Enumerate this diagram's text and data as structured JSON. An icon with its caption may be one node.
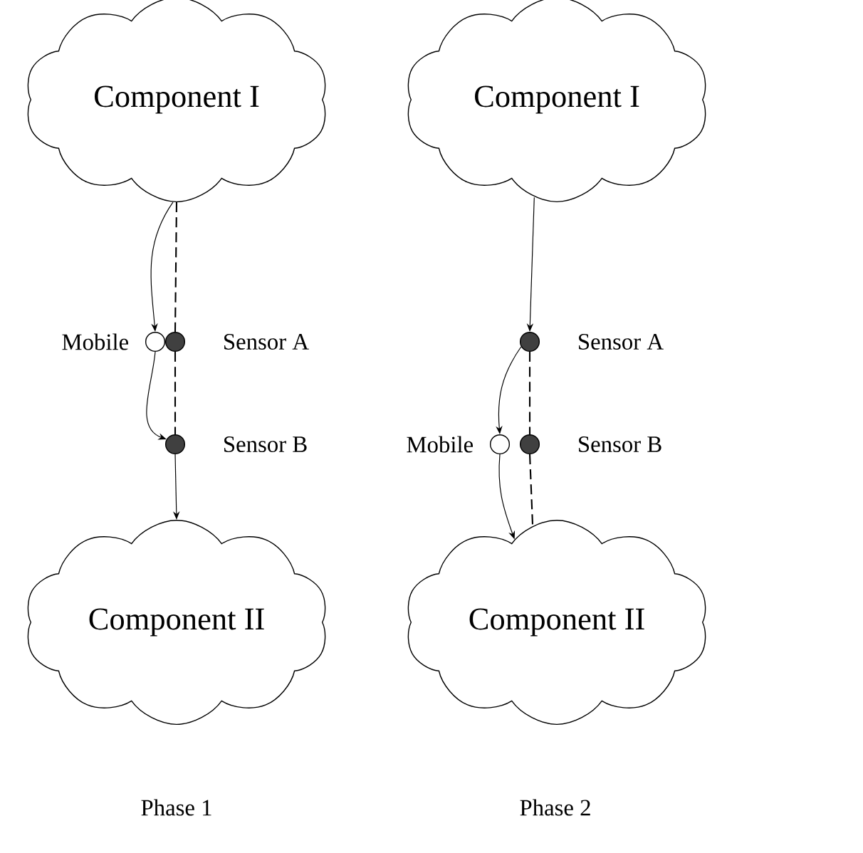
{
  "diagram": {
    "nodes": [
      {
        "text": [
          "Component I"
        ]
      },
      {
        "text": [],
        "shape": "circle",
        "beside": [
          "Mobile"
        ]
      },
      {
        "text": [],
        "shape": "circle",
        "beside": [
          "Sensor A"
        ]
      },
      {
        "text": [],
        "shape": "circle",
        "beside": [
          "Sensor B"
        ]
      },
      {
        "text": [
          "Component II"
        ]
      },
      {
        "text": [
          "Component I"
        ]
      },
      {
        "text": [],
        "shape": "circle",
        "beside": [
          "Sensor A"
        ]
      },
      {
        "text": [],
        "shape": "circle",
        "beside": [
          "Mobile"
        ]
      },
      {
        "text": [],
        "shape": "circle",
        "beside": [
          "Sensor B"
        ]
      },
      {
        "text": [
          "Component II"
        ]
      }
    ],
    "edges": [
      {
        "from": 0,
        "to": 1,
        "arrow": "to"
      },
      {
        "from": 0,
        "to": 2,
        "arrow": "none",
        "style": "dashed"
      },
      {
        "from": 2,
        "to": 3,
        "arrow": "none",
        "style": "dashed"
      },
      {
        "from": 1,
        "to": 3,
        "arrow": "to"
      },
      {
        "from": 3,
        "to": 4,
        "arrow": "to"
      },
      {
        "from": 5,
        "to": 6,
        "arrow": "to"
      },
      {
        "from": 6,
        "to": 7,
        "arrow": "to"
      },
      {
        "from": 6,
        "to": 8,
        "arrow": "none",
        "style": "dashed"
      },
      {
        "from": 8,
        "to": 9,
        "arrow": "none",
        "style": "dashed"
      },
      {
        "from": 7,
        "to": 9,
        "arrow": "to"
      }
    ],
    "labels": [
      "Phase 1",
      "Phase 2"
    ]
  }
}
